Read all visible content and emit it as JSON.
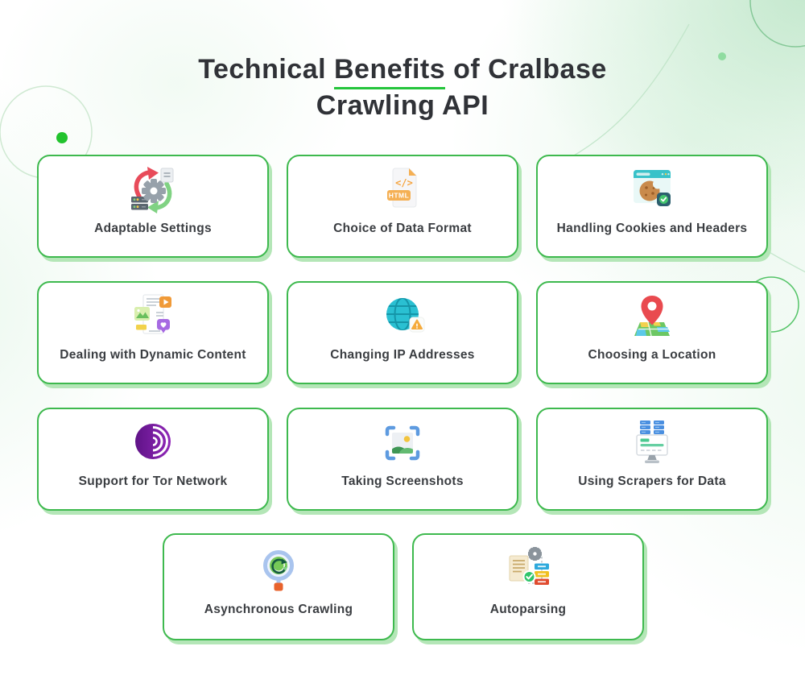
{
  "title": {
    "line1_prefix": "Technical ",
    "line1_highlight": "Benefits",
    "line1_suffix": " of Cralbase",
    "line2": "Crawling API"
  },
  "colors": {
    "card_border_green": "#3eb94e",
    "card_shadow_green": "#b4e6b7",
    "underline_green": "#25c53c",
    "title_text": "#303237",
    "label_text": "#3a3d41",
    "dot_bright_green": "#22c32e",
    "dot_soft_green": "#8fdca0"
  },
  "icon_text": {
    "code_glyph": "</>",
    "html_badge": "HTML"
  },
  "cards": [
    {
      "label": "Adaptable Settings",
      "icon": "adaptable-settings-icon"
    },
    {
      "label": "Choice of Data Format",
      "icon": "html-file-icon"
    },
    {
      "label": "Handling Cookies and Headers",
      "icon": "cookie-browser-icon"
    },
    {
      "label": "Dealing with Dynamic Content",
      "icon": "dynamic-content-icon"
    },
    {
      "label": "Changing IP Addresses",
      "icon": "globe-warning-icon"
    },
    {
      "label": "Choosing a Location",
      "icon": "map-pin-icon"
    },
    {
      "label": "Support for Tor Network",
      "icon": "tor-logo-icon"
    },
    {
      "label": "Taking Screenshots",
      "icon": "screenshot-frame-icon"
    },
    {
      "label": "Using Scrapers for Data",
      "icon": "scraper-monitor-icon"
    },
    {
      "label": "Asynchronous Crawling",
      "icon": "magnifier-sync-icon"
    },
    {
      "label": "Autoparsing",
      "icon": "autoparsing-icon"
    }
  ]
}
